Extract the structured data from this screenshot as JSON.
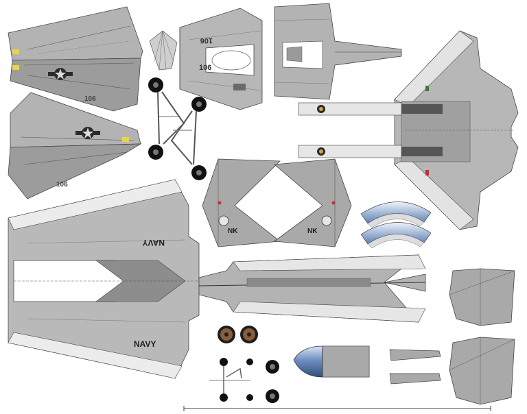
{
  "sheet": {
    "markings": {
      "navy_top": "NAVY",
      "navy_bottom": "NAVY",
      "tail_code_left": "NK",
      "tail_code_right": "NK",
      "modex_wing_upper": "106",
      "modex_wing_lower": "106",
      "modex_nose_top": "106",
      "modex_nose_bottom": "106"
    },
    "colors": {
      "paper": "#ffffff",
      "panel_gray": "#a9a9a9",
      "dark_gray": "#7b7b7b",
      "light_gray": "#d9d9d9",
      "line": "#444444",
      "canopy_blue": "#6f8fbf",
      "tire_black": "#111111",
      "national_insignia": "#2b2b2b",
      "warning_yellow": "#e8d44d",
      "red_accent": "#c03030"
    }
  }
}
